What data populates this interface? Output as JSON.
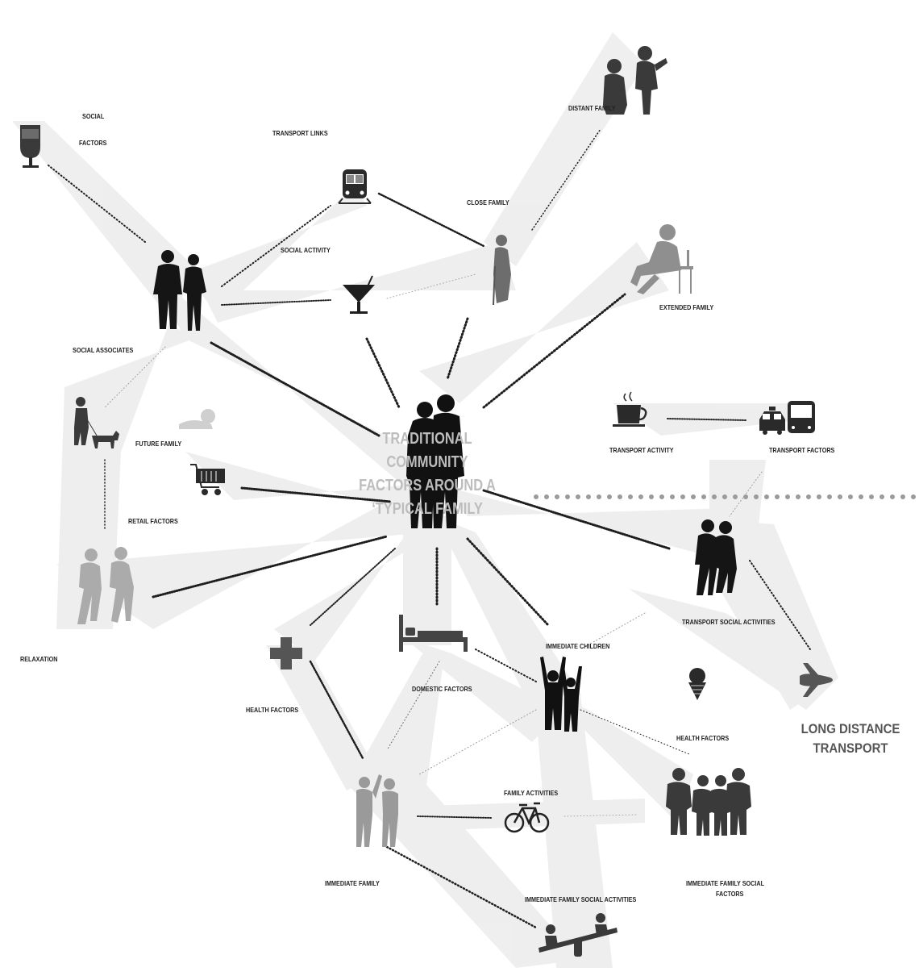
{
  "title": {
    "line1": "TRADITIONAL COMMUNITY",
    "line2": "FACTORS AROUND A",
    "line3": "‘TYPICAL FAMILY"
  },
  "long_distance": {
    "line1": "LONG DISTANCE",
    "line2": "TRANSPORT"
  },
  "labels": {
    "social": "SOCIAL",
    "factors": "FACTORS",
    "transport_links": "TRANSPORT LINKS",
    "distant_family": "DISTANT FAMILY",
    "close_family": "CLOSE FAMILY",
    "social_activity": "SOCIAL ACTIVITY",
    "extended_family": "EXTENDED FAMILY",
    "social_associates": "SOCIAL ASSOCIATES",
    "future_family": "FUTURE FAMILY",
    "retail_factors": "RETAIL FACTORS",
    "transport_activity": "TRANSPORT ACTIVITY",
    "transport_factors": "TRANSPORT FACTORS",
    "relaxation": "RELAXATION",
    "transport_social_activities": "TRANSPORT SOCIAL ACTIVITIES",
    "immediate_children": "IMMEDIATE CHILDREN",
    "domestic_factors": "DOMESTIC FACTORS",
    "health_factors_left": "HEALTH FACTORS",
    "health_factors_right": "HEALTH FACTORS",
    "family_activities": "FAMILY ACTIVITIES",
    "immediate_family": "IMMEDIATE FAMILY",
    "immediate_family_social_activities": "IMMEDIATE FAMILY SOCIAL ACTIVITIES",
    "immediate_family_social_factors_1": "IMMEDIATE FAMILY SOCIAL",
    "immediate_family_social_factors_2": "FACTORS"
  },
  "icons": [
    "wine-glass-icon",
    "train-icon",
    "martini-icon",
    "couple-icon",
    "elderly-woman-icon",
    "distant-family-icon",
    "seated-man-icon",
    "dog-walker-icon",
    "baby-icon",
    "shopping-cart-icon",
    "central-family-icon",
    "coffee-cup-icon",
    "taxi-bus-icon",
    "walking-couple-icon",
    "relaxing-walkers-icon",
    "health-cross-icon",
    "bed-icon",
    "children-icon",
    "ice-cream-icon",
    "airplane-icon",
    "high-five-icon",
    "bicycle-icon",
    "group-children-icon",
    "seesaw-icon"
  ],
  "colors": {
    "shade": "#e9e9e9",
    "figure": "#222222",
    "light_figure": "#a8a8a8",
    "title": "#bdbdbd",
    "dots": "#9a9a9a"
  }
}
